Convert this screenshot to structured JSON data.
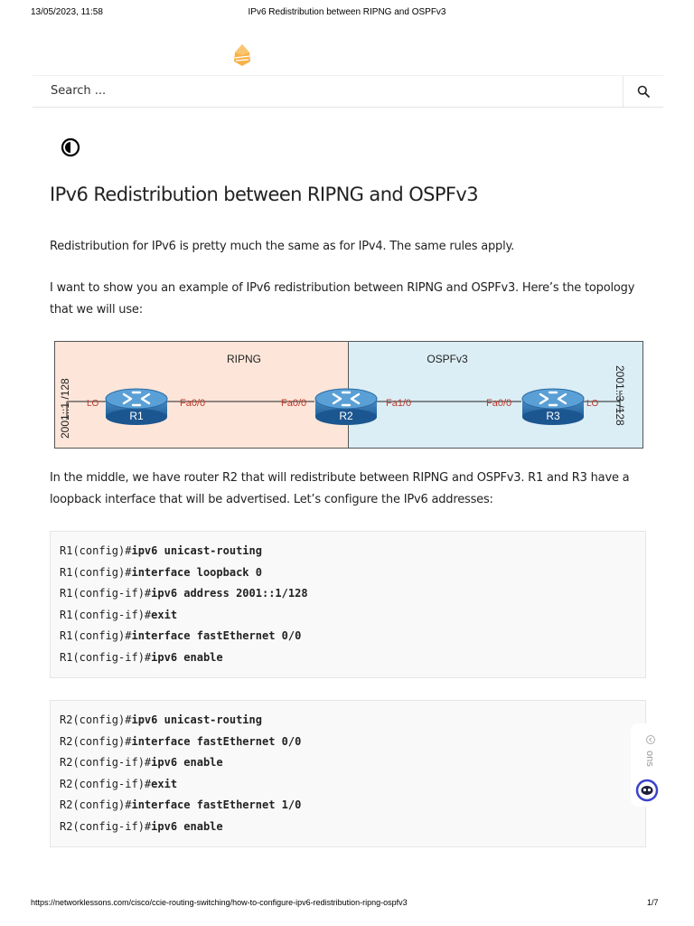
{
  "print_header": {
    "datetime": "13/05/2023, 11:58",
    "title": "IPv6 Redistribution between RIPNG and OSPFv3"
  },
  "search": {
    "placeholder": "Search ..."
  },
  "icons": {
    "logo": "networklessons-logo",
    "search": "search-icon",
    "contrast": "contrast-toggle-icon"
  },
  "article": {
    "title": "IPv6 Redistribution between RIPNG and OSPFv3",
    "para1": "Redistribution for IPv6 is pretty much the same as for IPv4. The same rules apply.",
    "para2": "I want to show you an example of IPv6 redistribution between RIPNG and OSPFv3. Here’s the topology that we will use:",
    "para3": "In the middle, we have router R2 that will redistribute between RIPNG and OSPFv3. R1 and R3 have a loopback interface that will be advertised. Let’s configure the IPv6 addresses:"
  },
  "topology": {
    "left_zone": "RIPNG",
    "right_zone": "OSPFv3",
    "left_colour": "#fde6d9",
    "right_colour": "#dbeef5",
    "left_loopback": "2001::1 /128",
    "right_loopback": "2001::3 /128",
    "routers": [
      "R1",
      "R2",
      "R3"
    ],
    "lo_label": "LO",
    "interfaces": {
      "r1_fa": "Fa0/0",
      "r2_fa0": "Fa0/0",
      "r2_fa1": "Fa1/0",
      "r3_fa": "Fa0/0"
    }
  },
  "code_r1": [
    {
      "prompt": "R1(config)#",
      "cmd": "ipv6 unicast-routing"
    },
    {
      "prompt": "R1(config)#",
      "cmd": "interface loopback 0"
    },
    {
      "prompt": "R1(config-if)#",
      "cmd": "ipv6 address 2001::1/128"
    },
    {
      "prompt": "R1(config-if)#",
      "cmd": "exit"
    },
    {
      "prompt": "R1(config)#",
      "cmd": "interface fastEthernet 0/0"
    },
    {
      "prompt": "R1(config-if)#",
      "cmd": "ipv6 enable"
    }
  ],
  "code_r2": [
    {
      "prompt": "R2(config)#",
      "cmd": "ipv6 unicast-routing"
    },
    {
      "prompt": "R2(config)#",
      "cmd": "interface fastEthernet 0/0"
    },
    {
      "prompt": "R2(config-if)#",
      "cmd": "ipv6 enable"
    },
    {
      "prompt": "R2(config-if)#",
      "cmd": "exit"
    },
    {
      "prompt": "R2(config)#",
      "cmd": "interface fastEthernet 1/0"
    },
    {
      "prompt": "R2(config-if)#",
      "cmd": "ipv6 enable"
    }
  ],
  "widget": {
    "label": "ons"
  },
  "print_footer": {
    "url": "https://networklessons.com/cisco/ccie-routing-switching/how-to-configure-ipv6-redistribution-ripng-ospfv3",
    "page": "1/7"
  }
}
